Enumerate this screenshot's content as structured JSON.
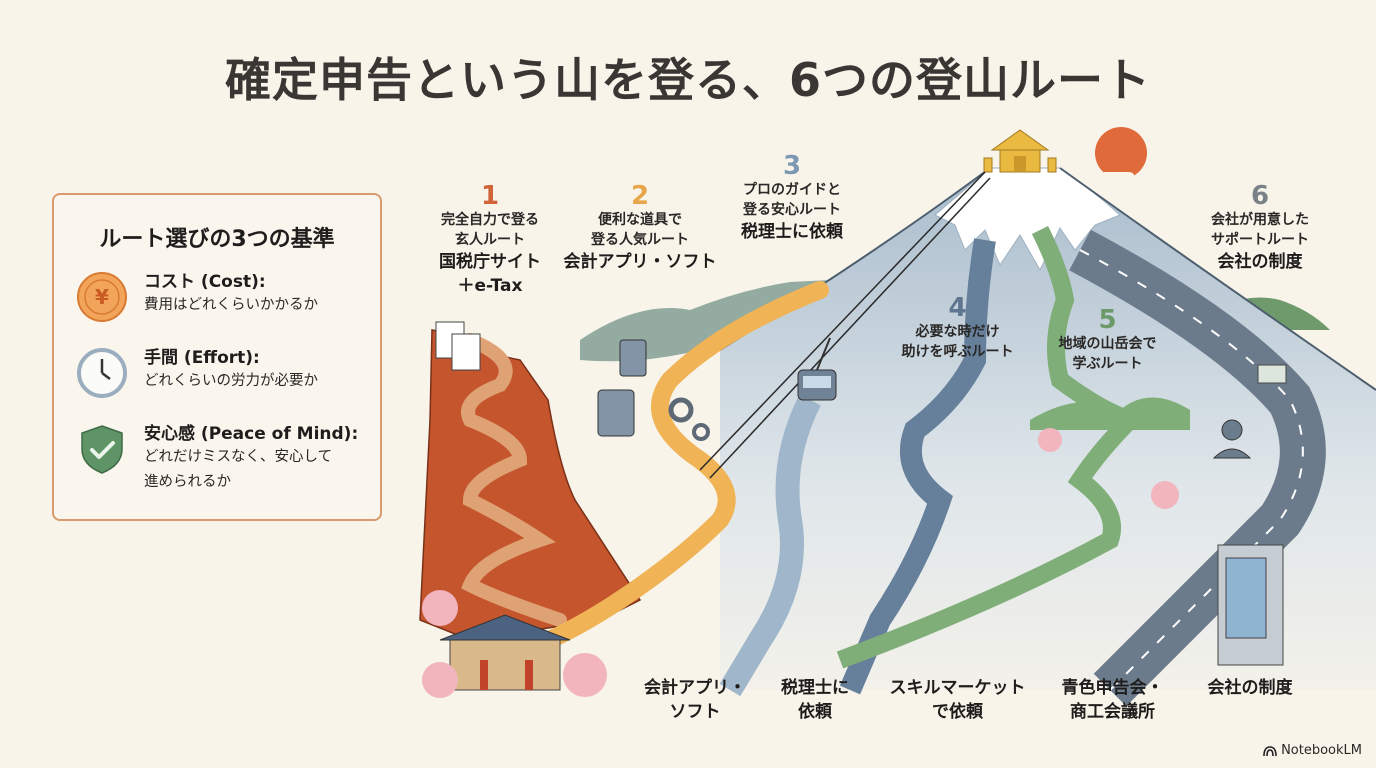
{
  "title": "確定申告という山を登る、6つの登山ルート",
  "criteria": {
    "heading": "ルート選びの3つの基準",
    "items": [
      {
        "icon": "yen-coin-icon",
        "label": "コスト (Cost):",
        "desc": "費用はどれくらいかかるか",
        "color": "#e8924a"
      },
      {
        "icon": "clock-icon",
        "label": "手間 (Effort):",
        "desc": "どれくらいの労力が必要か",
        "color": "#8a9fb0"
      },
      {
        "icon": "shield-check-icon",
        "label": "安心感 (Peace of Mind):",
        "desc": "どれだけミスなく、安心して\n進められるか",
        "color": "#5e9466"
      }
    ]
  },
  "routes": [
    {
      "num": "1",
      "sub": "完全自力で登る\n玄人ルート",
      "name": "国税庁サイト\n＋e-Tax",
      "color": "#d0653a"
    },
    {
      "num": "2",
      "sub": "便利な道具で\n登る人気ルート",
      "name": "会計アプリ・ソフト",
      "color": "#e8a64a"
    },
    {
      "num": "3",
      "sub": "プロのガイドと\n登る安心ルート",
      "name": "税理士に依頼",
      "color": "#7d98b3"
    },
    {
      "num": "4",
      "sub": "必要な時だけ\n助けを呼ぶルート",
      "name": "",
      "color": "#5f7690"
    },
    {
      "num": "5",
      "sub": "地域の山岳会で\n学ぶルート",
      "name": "",
      "color": "#6b9a68"
    },
    {
      "num": "6",
      "sub": "会社が用意した\nサポートルート",
      "name": "会社の制度",
      "color": "#7a8288"
    }
  ],
  "bottom_labels": [
    "会計アプリ・\nソフト",
    "税理士に\n依頼",
    "スキルマーケット\nで依頼",
    "青色申告会・\n商工会議所",
    "会社の制度"
  ],
  "brand": "NotebookLM",
  "colors": {
    "background": "#f8f4ea",
    "sun": "#e06a3a",
    "cliff": "#c4552c",
    "trail_tan": "#d99a6a",
    "path_orange": "#f0b355",
    "path_lightblue": "#9fb6cb",
    "path_blue": "#66809c",
    "path_green": "#7fae78",
    "road": "#6c7b8c",
    "mountain": "#b9c8d4",
    "snow": "#ffffff",
    "hills": "#7a9a8a",
    "gold": "#e9b940"
  }
}
